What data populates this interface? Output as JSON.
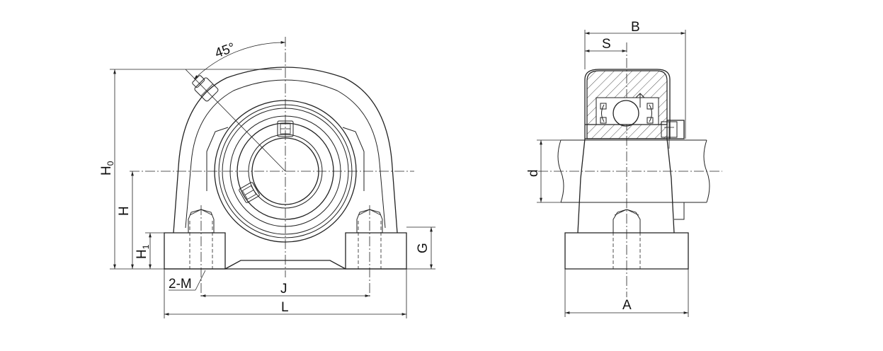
{
  "front_view": {
    "angle_label": "45°",
    "labels": {
      "H0": {
        "main": "H",
        "sub": "0"
      },
      "H": "H",
      "H1": {
        "main": "H",
        "sub": "1"
      },
      "G": "G",
      "M": "2-M",
      "J": "J",
      "L": "L"
    }
  },
  "side_view": {
    "labels": {
      "B": "B",
      "S": "S",
      "d": "d",
      "A": "A"
    }
  },
  "colors": {
    "line": "#222222",
    "background": "#ffffff"
  }
}
